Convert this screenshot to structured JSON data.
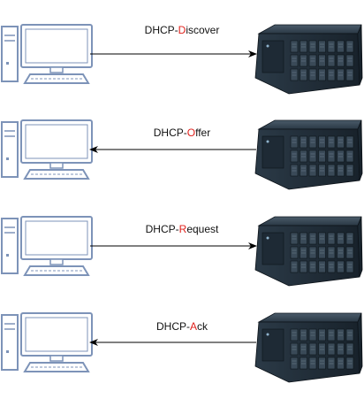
{
  "colors": {
    "accent": "#e0201b",
    "text": "#111111",
    "arrow": "#000000",
    "client_outline": "#7d93b8",
    "client_fill": "#ffffff",
    "server_dark": "#1e2a35",
    "server_mid": "#3a4a58"
  },
  "messages": [
    {
      "direction": "client-to-server",
      "prefix": "DHCP-",
      "accent": "D",
      "suffix": "iscover",
      "client_icon": "desktop-computer-icon",
      "server_icon": "rack-server-icon"
    },
    {
      "direction": "server-to-client",
      "prefix": "DHCP-",
      "accent": "O",
      "suffix": "ffer",
      "client_icon": "desktop-computer-icon",
      "server_icon": "rack-server-icon"
    },
    {
      "direction": "client-to-server",
      "prefix": "DHCP-",
      "accent": "R",
      "suffix": "equest",
      "client_icon": "desktop-computer-icon",
      "server_icon": "rack-server-icon"
    },
    {
      "direction": "server-to-client",
      "prefix": "DHCP-",
      "accent": "A",
      "suffix": "ck",
      "client_icon": "desktop-computer-icon",
      "server_icon": "rack-server-icon"
    }
  ]
}
